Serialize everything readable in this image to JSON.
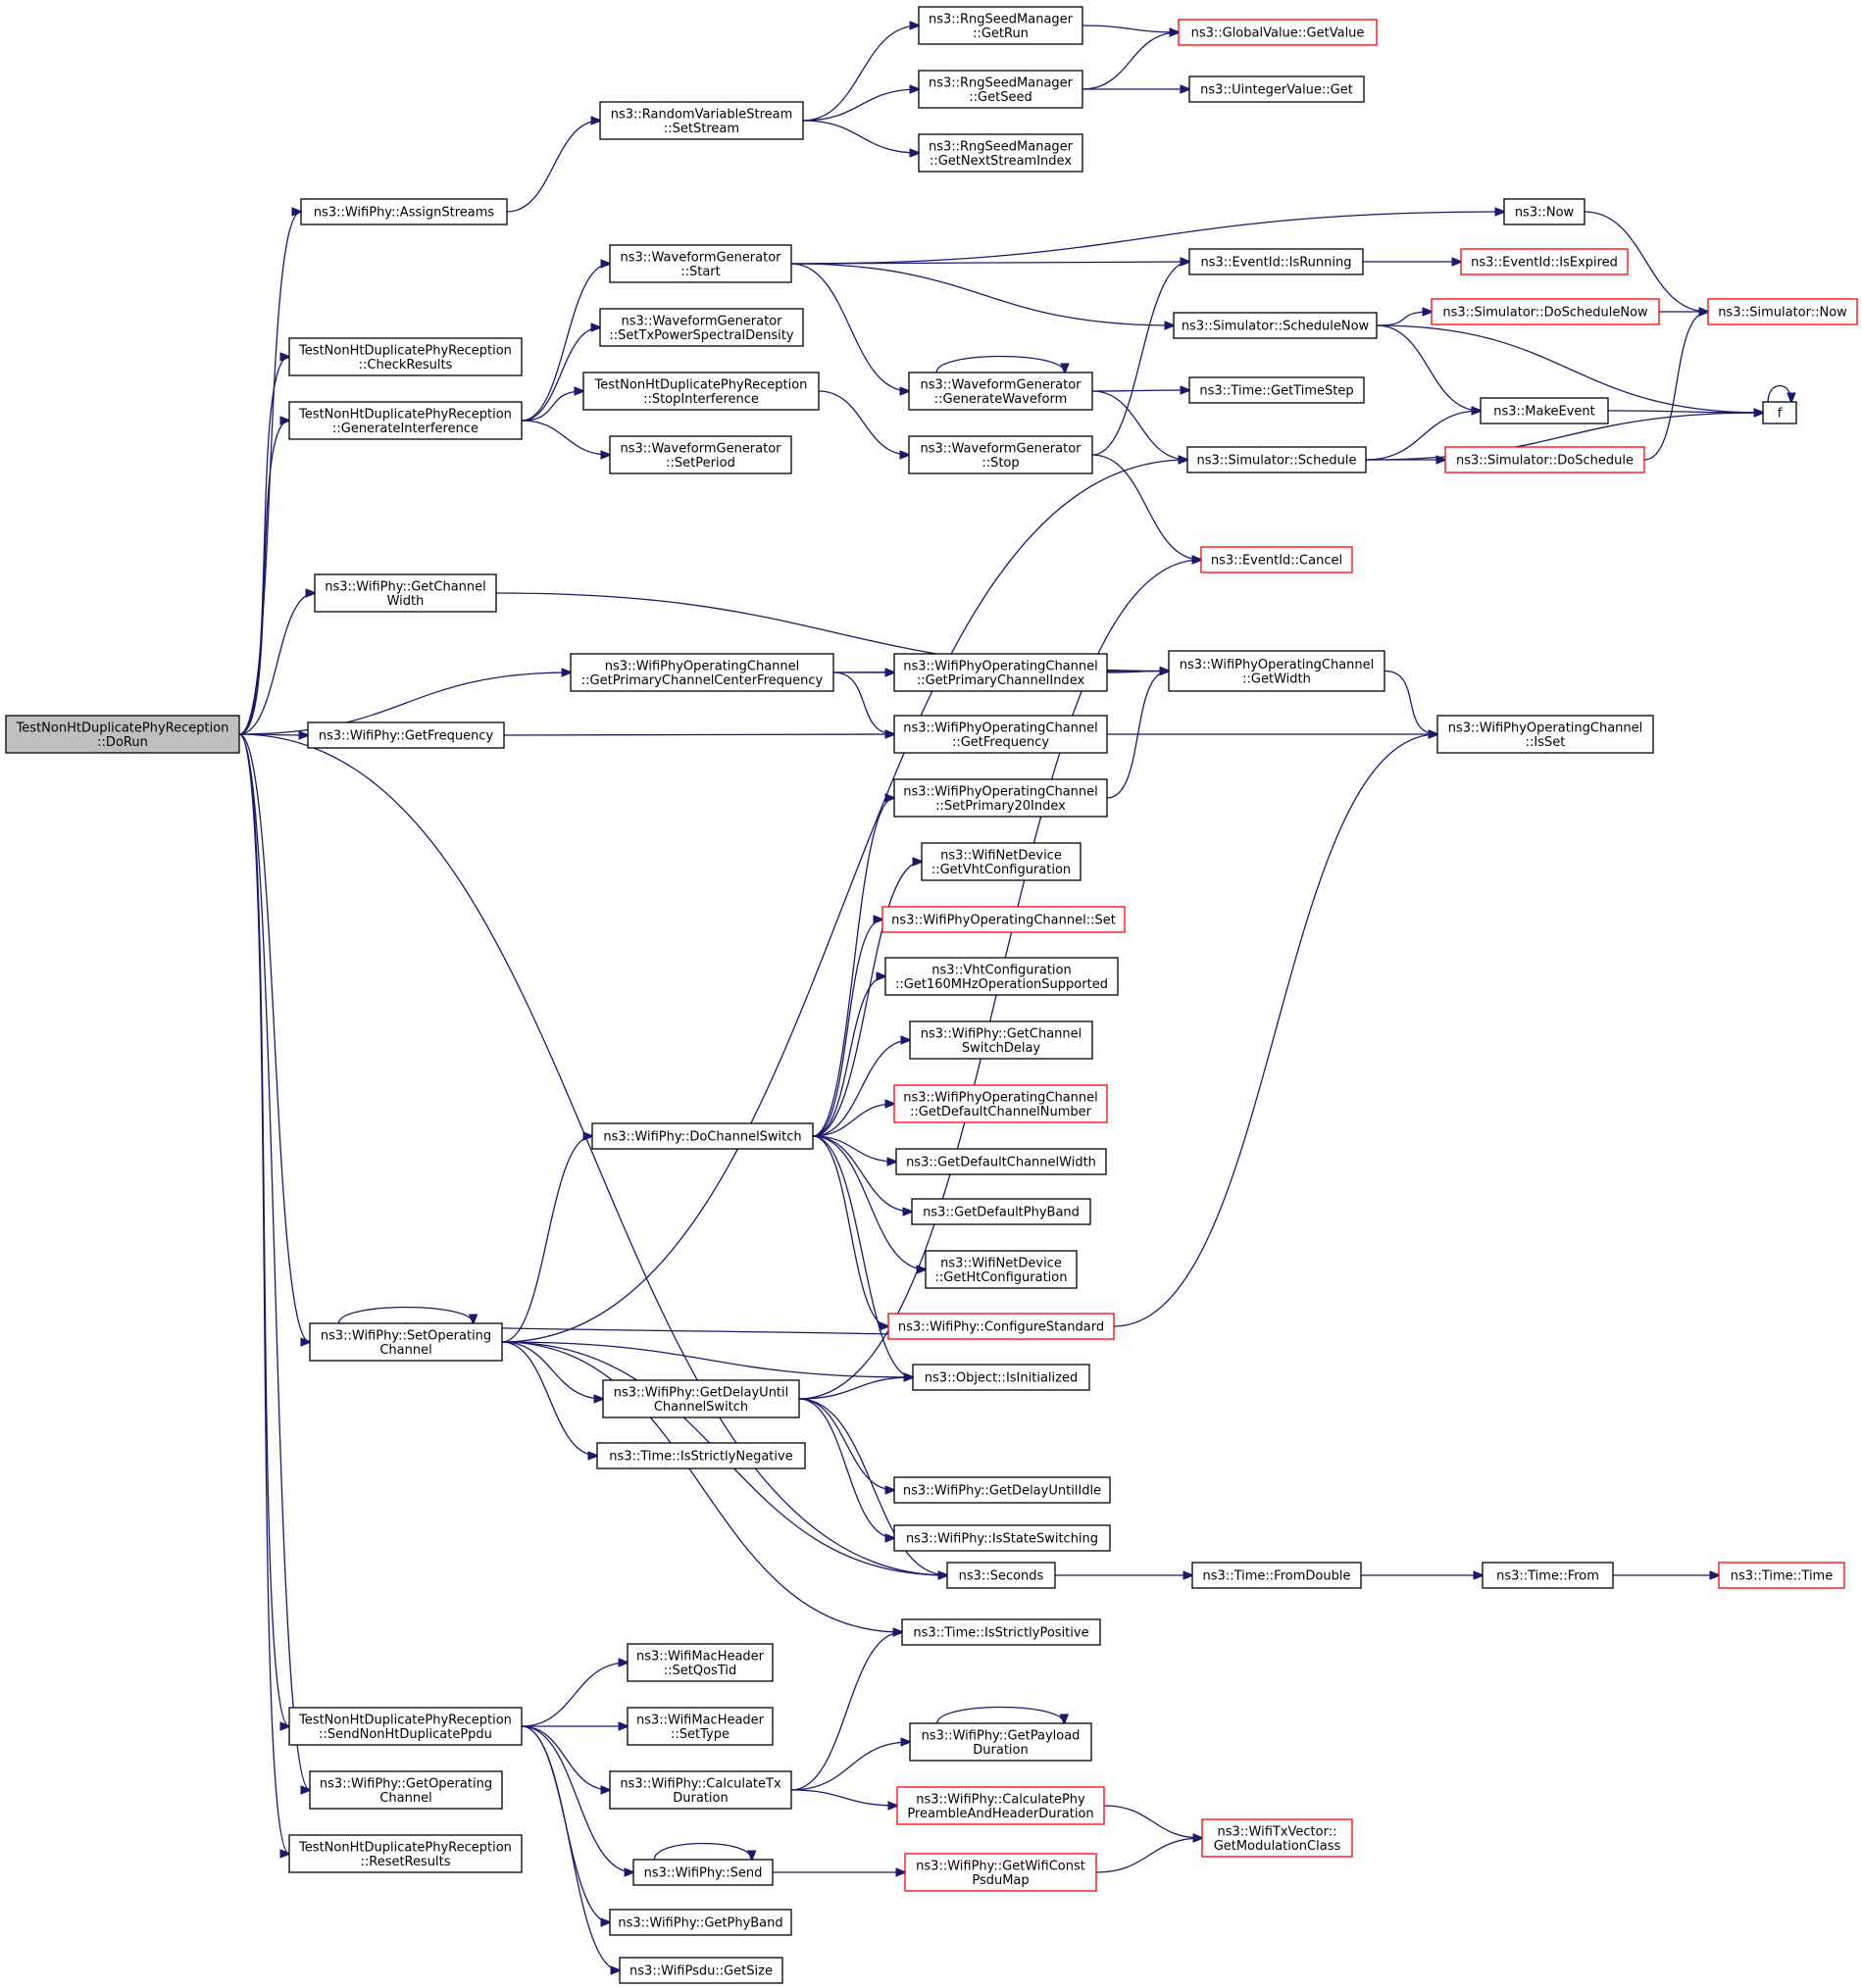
{
  "graph": {
    "colors": {
      "edge": "#191970",
      "node_border": "#000000",
      "node_border_incomplete": "#ff0000",
      "node_fill": "#ffffff",
      "root_fill": "#bfbfbf"
    },
    "nodes": [
      {
        "id": "root",
        "lines": [
          "TestNonHtDuplicatePhyReception",
          "::DoRun"
        ],
        "style": "root"
      },
      {
        "id": "assign",
        "lines": [
          "ns3::WifiPhy::AssignStreams"
        ],
        "style": "normal"
      },
      {
        "id": "rvs",
        "lines": [
          "ns3::RandomVariableStream",
          "::SetStream"
        ],
        "style": "normal"
      },
      {
        "id": "rngrun",
        "lines": [
          "ns3::RngSeedManager",
          "::GetRun"
        ],
        "style": "normal"
      },
      {
        "id": "rngseed",
        "lines": [
          "ns3::RngSeedManager",
          "::GetSeed"
        ],
        "style": "normal"
      },
      {
        "id": "rngnext",
        "lines": [
          "ns3::RngSeedManager",
          "::GetNextStreamIndex"
        ],
        "style": "normal"
      },
      {
        "id": "gvget",
        "lines": [
          "ns3::GlobalValue::GetValue"
        ],
        "style": "incomplete"
      },
      {
        "id": "uintget",
        "lines": [
          "ns3::UintegerValue::Get"
        ],
        "style": "normal"
      },
      {
        "id": "checkres",
        "lines": [
          "TestNonHtDuplicatePhyReception",
          "::CheckResults"
        ],
        "style": "normal"
      },
      {
        "id": "genint",
        "lines": [
          "TestNonHtDuplicatePhyReception",
          "::GenerateInterference"
        ],
        "style": "normal"
      },
      {
        "id": "wgstart",
        "lines": [
          "ns3::WaveformGenerator",
          "::Start"
        ],
        "style": "normal"
      },
      {
        "id": "wgsettx",
        "lines": [
          "ns3::WaveformGenerator",
          "::SetTxPowerSpectralDensity"
        ],
        "style": "normal"
      },
      {
        "id": "stopint",
        "lines": [
          "TestNonHtDuplicatePhyReception",
          "::StopInterference"
        ],
        "style": "normal"
      },
      {
        "id": "wgsetperiod",
        "lines": [
          "ns3::WaveformGenerator",
          "::SetPeriod"
        ],
        "style": "normal"
      },
      {
        "id": "now",
        "lines": [
          "ns3::Now"
        ],
        "style": "normal"
      },
      {
        "id": "evrunning",
        "lines": [
          "ns3::EventId::IsRunning"
        ],
        "style": "normal"
      },
      {
        "id": "evexpired",
        "lines": [
          "ns3::EventId::IsExpired"
        ],
        "style": "incomplete"
      },
      {
        "id": "schednow",
        "lines": [
          "ns3::Simulator::ScheduleNow"
        ],
        "style": "normal"
      },
      {
        "id": "doschednow",
        "lines": [
          "ns3::Simulator::DoScheduleNow"
        ],
        "style": "incomplete"
      },
      {
        "id": "simnow",
        "lines": [
          "ns3::Simulator::Now"
        ],
        "style": "incomplete"
      },
      {
        "id": "wggen",
        "lines": [
          "ns3::WaveformGenerator",
          "::GenerateWaveform"
        ],
        "style": "normal"
      },
      {
        "id": "timestep",
        "lines": [
          "ns3::Time::GetTimeStep"
        ],
        "style": "normal"
      },
      {
        "id": "makeevent",
        "lines": [
          "ns3::MakeEvent"
        ],
        "style": "normal"
      },
      {
        "id": "f",
        "lines": [
          "f"
        ],
        "style": "normal"
      },
      {
        "id": "wgstop",
        "lines": [
          "ns3::WaveformGenerator",
          "::Stop"
        ],
        "style": "normal"
      },
      {
        "id": "sched",
        "lines": [
          "ns3::Simulator::Schedule"
        ],
        "style": "normal"
      },
      {
        "id": "dosched",
        "lines": [
          "ns3::Simulator::DoSchedule"
        ],
        "style": "incomplete"
      },
      {
        "id": "evcancel",
        "lines": [
          "ns3::EventId::Cancel"
        ],
        "style": "incomplete"
      },
      {
        "id": "getchw",
        "lines": [
          "ns3::WifiPhy::GetChannel",
          "Width"
        ],
        "style": "normal"
      },
      {
        "id": "opprimcf",
        "lines": [
          "ns3::WifiPhyOperatingChannel",
          "::GetPrimaryChannelCenterFrequency"
        ],
        "style": "normal"
      },
      {
        "id": "opprimidx",
        "lines": [
          "ns3::WifiPhyOperatingChannel",
          "::GetPrimaryChannelIndex"
        ],
        "style": "normal"
      },
      {
        "id": "opwidth",
        "lines": [
          "ns3::WifiPhyOperatingChannel",
          "::GetWidth"
        ],
        "style": "normal"
      },
      {
        "id": "getfreq",
        "lines": [
          "ns3::WifiPhy::GetFrequency"
        ],
        "style": "normal"
      },
      {
        "id": "opfreq",
        "lines": [
          "ns3::WifiPhyOperatingChannel",
          "::GetFrequency"
        ],
        "style": "normal"
      },
      {
        "id": "opisset",
        "lines": [
          "ns3::WifiPhyOperatingChannel",
          "::IsSet"
        ],
        "style": "normal"
      },
      {
        "id": "opsetp20",
        "lines": [
          "ns3::WifiPhyOperatingChannel",
          "::SetPrimary20Index"
        ],
        "style": "normal"
      },
      {
        "id": "getvht",
        "lines": [
          "ns3::WifiNetDevice",
          "::GetVhtConfiguration"
        ],
        "style": "normal"
      },
      {
        "id": "opset",
        "lines": [
          "ns3::WifiPhyOperatingChannel::Set"
        ],
        "style": "incomplete"
      },
      {
        "id": "vht160",
        "lines": [
          "ns3::VhtConfiguration",
          "::Get160MHzOperationSupported"
        ],
        "style": "normal"
      },
      {
        "id": "chswdelay",
        "lines": [
          "ns3::WifiPhy::GetChannel",
          "SwitchDelay"
        ],
        "style": "normal"
      },
      {
        "id": "opdefch",
        "lines": [
          "ns3::WifiPhyOperatingChannel",
          "::GetDefaultChannelNumber"
        ],
        "style": "incomplete"
      },
      {
        "id": "dochsw",
        "lines": [
          "ns3::WifiPhy::DoChannelSwitch"
        ],
        "style": "normal"
      },
      {
        "id": "defchw",
        "lines": [
          "ns3::GetDefaultChannelWidth"
        ],
        "style": "normal"
      },
      {
        "id": "defband",
        "lines": [
          "ns3::GetDefaultPhyBand"
        ],
        "style": "normal"
      },
      {
        "id": "getht",
        "lines": [
          "ns3::WifiNetDevice",
          "::GetHtConfiguration"
        ],
        "style": "normal"
      },
      {
        "id": "setopch",
        "lines": [
          "ns3::WifiPhy::SetOperating",
          "Channel"
        ],
        "style": "normal"
      },
      {
        "id": "cfgstd",
        "lines": [
          "ns3::WifiPhy::ConfigureStandard"
        ],
        "style": "incomplete"
      },
      {
        "id": "isinit",
        "lines": [
          "ns3::Object::IsInitialized"
        ],
        "style": "normal"
      },
      {
        "id": "delaych",
        "lines": [
          "ns3::WifiPhy::GetDelayUntil",
          "ChannelSwitch"
        ],
        "style": "normal"
      },
      {
        "id": "strictneg",
        "lines": [
          "ns3::Time::IsStrictlyNegative"
        ],
        "style": "normal"
      },
      {
        "id": "delayidle",
        "lines": [
          "ns3::WifiPhy::GetDelayUntilIdle"
        ],
        "style": "normal"
      },
      {
        "id": "stateswitch",
        "lines": [
          "ns3::WifiPhy::IsStateSwitching"
        ],
        "style": "normal"
      },
      {
        "id": "seconds",
        "lines": [
          "ns3::Seconds"
        ],
        "style": "normal"
      },
      {
        "id": "fromdouble",
        "lines": [
          "ns3::Time::FromDouble"
        ],
        "style": "normal"
      },
      {
        "id": "timefrom",
        "lines": [
          "ns3::Time::From"
        ],
        "style": "normal"
      },
      {
        "id": "timetime",
        "lines": [
          "ns3::Time::Time"
        ],
        "style": "incomplete"
      },
      {
        "id": "strictpos",
        "lines": [
          "ns3::Time::IsStrictlyPositive"
        ],
        "style": "normal"
      },
      {
        "id": "setqos",
        "lines": [
          "ns3::WifiMacHeader",
          "::SetQosTid"
        ],
        "style": "normal"
      },
      {
        "id": "sendppdu",
        "lines": [
          "TestNonHtDuplicatePhyReception",
          "::SendNonHtDuplicatePpdu"
        ],
        "style": "normal"
      },
      {
        "id": "settype",
        "lines": [
          "ns3::WifiMacHeader",
          "::SetType"
        ],
        "style": "normal"
      },
      {
        "id": "payload",
        "lines": [
          "ns3::WifiPhy::GetPayload",
          "Duration"
        ],
        "style": "normal"
      },
      {
        "id": "calctx",
        "lines": [
          "ns3::WifiPhy::CalculateTx",
          "Duration"
        ],
        "style": "normal"
      },
      {
        "id": "preamble",
        "lines": [
          "ns3::WifiPhy::CalculatePhy",
          "PreambleAndHeaderDuration"
        ],
        "style": "incomplete"
      },
      {
        "id": "modclass",
        "lines": [
          "ns3::WifiTxVector::",
          "GetModulationClass"
        ],
        "style": "incomplete"
      },
      {
        "id": "getopch",
        "lines": [
          "ns3::WifiPhy::GetOperating",
          "Channel"
        ],
        "style": "normal"
      },
      {
        "id": "send",
        "lines": [
          "ns3::WifiPhy::Send"
        ],
        "style": "normal"
      },
      {
        "id": "psdumap",
        "lines": [
          "ns3::WifiPhy::GetWifiConst",
          "PsduMap"
        ],
        "style": "incomplete"
      },
      {
        "id": "resetres",
        "lines": [
          "TestNonHtDuplicatePhyReception",
          "::ResetResults"
        ],
        "style": "normal"
      },
      {
        "id": "getband",
        "lines": [
          "ns3::WifiPhy::GetPhyBand"
        ],
        "style": "normal"
      },
      {
        "id": "getsize",
        "lines": [
          "ns3::WifiPsdu::GetSize"
        ],
        "style": "normal"
      }
    ],
    "edges": [
      [
        "root",
        "assign"
      ],
      [
        "root",
        "checkres"
      ],
      [
        "root",
        "genint"
      ],
      [
        "root",
        "getchw"
      ],
      [
        "root",
        "opprimcf"
      ],
      [
        "root",
        "getfreq"
      ],
      [
        "root",
        "setopch"
      ],
      [
        "root",
        "seconds"
      ],
      [
        "root",
        "sendppdu"
      ],
      [
        "root",
        "getopch"
      ],
      [
        "root",
        "resetres"
      ],
      [
        "assign",
        "rvs"
      ],
      [
        "rvs",
        "rngrun"
      ],
      [
        "rvs",
        "rngseed"
      ],
      [
        "rvs",
        "rngnext"
      ],
      [
        "rngrun",
        "gvget"
      ],
      [
        "rngseed",
        "gvget"
      ],
      [
        "rngseed",
        "uintget"
      ],
      [
        "genint",
        "wgstart"
      ],
      [
        "genint",
        "wgsettx"
      ],
      [
        "genint",
        "stopint"
      ],
      [
        "genint",
        "wgsetperiod"
      ],
      [
        "wgstart",
        "now"
      ],
      [
        "wgstart",
        "evrunning"
      ],
      [
        "wgstart",
        "schednow"
      ],
      [
        "wgstart",
        "wggen"
      ],
      [
        "now",
        "simnow"
      ],
      [
        "evrunning",
        "evexpired"
      ],
      [
        "schednow",
        "doschednow"
      ],
      [
        "schednow",
        "makeevent"
      ],
      [
        "schednow",
        "f"
      ],
      [
        "doschednow",
        "simnow"
      ],
      [
        "wggen",
        "wggen"
      ],
      [
        "wggen",
        "timestep"
      ],
      [
        "wggen",
        "sched"
      ],
      [
        "stopint",
        "wgstop"
      ],
      [
        "wgstop",
        "evrunning"
      ],
      [
        "wgstop",
        "evcancel"
      ],
      [
        "sched",
        "makeevent"
      ],
      [
        "sched",
        "dosched"
      ],
      [
        "sched",
        "f"
      ],
      [
        "makeevent",
        "f"
      ],
      [
        "f",
        "f"
      ],
      [
        "dosched",
        "simnow"
      ],
      [
        "getchw",
        "opwidth"
      ],
      [
        "opprimcf",
        "opprimidx"
      ],
      [
        "opprimcf",
        "opwidth"
      ],
      [
        "opprimcf",
        "opfreq"
      ],
      [
        "opprimidx",
        "opwidth"
      ],
      [
        "opwidth",
        "opisset"
      ],
      [
        "getfreq",
        "opfreq"
      ],
      [
        "opfreq",
        "opisset"
      ],
      [
        "opsetp20",
        "opwidth"
      ],
      [
        "setopch",
        "setopch"
      ],
      [
        "setopch",
        "sched"
      ],
      [
        "setopch",
        "dochsw"
      ],
      [
        "setopch",
        "isinit"
      ],
      [
        "setopch",
        "delaych"
      ],
      [
        "setopch",
        "strictneg"
      ],
      [
        "setopch",
        "seconds"
      ],
      [
        "setopch",
        "strictpos"
      ],
      [
        "dochsw",
        "opsetp20"
      ],
      [
        "dochsw",
        "getvht"
      ],
      [
        "dochsw",
        "opset"
      ],
      [
        "dochsw",
        "vht160"
      ],
      [
        "dochsw",
        "chswdelay"
      ],
      [
        "dochsw",
        "opdefch"
      ],
      [
        "dochsw",
        "defchw"
      ],
      [
        "dochsw",
        "defband"
      ],
      [
        "dochsw",
        "getht"
      ],
      [
        "dochsw",
        "cfgstd"
      ],
      [
        "dochsw",
        "isinit"
      ],
      [
        "cfgstd",
        "setopch"
      ],
      [
        "cfgstd",
        "opisset"
      ],
      [
        "delaych",
        "isinit"
      ],
      [
        "delaych",
        "evcancel"
      ],
      [
        "delaych",
        "delayidle"
      ],
      [
        "delaych",
        "stateswitch"
      ],
      [
        "delaych",
        "seconds"
      ],
      [
        "seconds",
        "fromdouble"
      ],
      [
        "fromdouble",
        "timefrom"
      ],
      [
        "timefrom",
        "timetime"
      ],
      [
        "sendppdu",
        "setqos"
      ],
      [
        "sendppdu",
        "settype"
      ],
      [
        "sendppdu",
        "calctx"
      ],
      [
        "sendppdu",
        "send"
      ],
      [
        "sendppdu",
        "getband"
      ],
      [
        "sendppdu",
        "getsize"
      ],
      [
        "calctx",
        "strictpos"
      ],
      [
        "calctx",
        "payload"
      ],
      [
        "calctx",
        "preamble"
      ],
      [
        "payload",
        "payload"
      ],
      [
        "preamble",
        "modclass"
      ],
      [
        "send",
        "send"
      ],
      [
        "send",
        "psdumap"
      ],
      [
        "psdumap",
        "modclass"
      ]
    ]
  }
}
